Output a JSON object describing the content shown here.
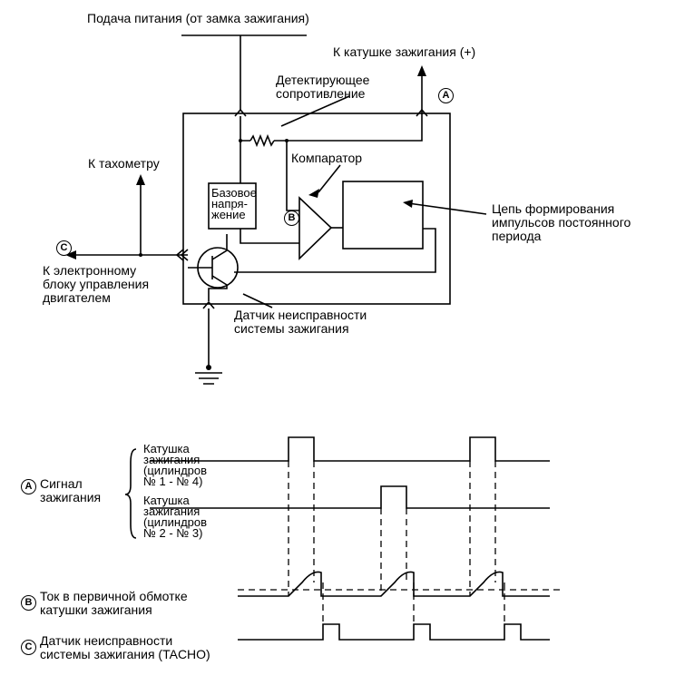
{
  "labels": {
    "power_supply": "Подача питания (от замка зажигания)",
    "to_coil": "К катушке зажигания (+)",
    "detect_resistor": "Детектирующее\nсопротивление",
    "tachometer": "К тахометру",
    "comparator": "Компаратор",
    "base_voltage": "Базовое\nнапря-\nжение",
    "pulse_circuit": "Цепь формирования\nимпульсов постоянного\nпериода",
    "ecu": "К электронному\nблоку управления\nдвигателем",
    "failure_sensor": "Датчик неисправности\nсистемы зажигания",
    "coil_1_4": "Катушка\nзажигания\n(цилиндров\n№ 1 - № 4)",
    "coil_2_3": "Катушка\nзажигания\n(цилиндров\n№ 2 - № 3)",
    "ignition_signal": "Сигнал\nзажигания",
    "primary_current": "Ток в первичной обмотке\nкатушки зажигания",
    "tacho_signal": "Датчик неисправности\nсистемы зажигания (TACHO)"
  },
  "markers": {
    "a": "A",
    "b": "B",
    "c": "C"
  }
}
